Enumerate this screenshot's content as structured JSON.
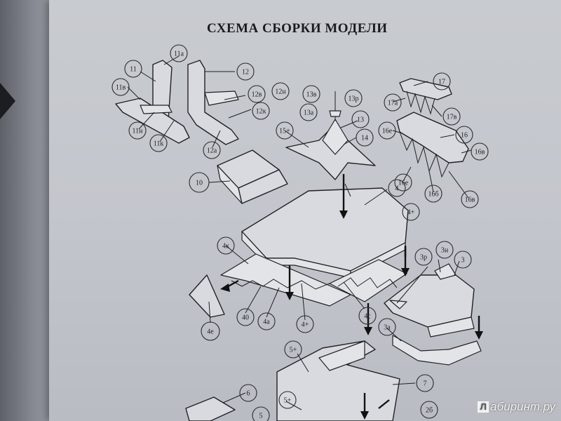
{
  "title": "СХЕМА СБОРКИ МОДЕЛИ",
  "watermark": {
    "logo_letter": "Л",
    "text": "абиринт.ру"
  },
  "labels": [
    {
      "id": "11a",
      "text": "11а"
    },
    {
      "id": "11",
      "text": "11"
    },
    {
      "id": "11v",
      "text": "11в"
    },
    {
      "id": "11n",
      "text": "11н"
    },
    {
      "id": "11k",
      "text": "11к"
    },
    {
      "id": "12",
      "text": "12"
    },
    {
      "id": "12v",
      "text": "12в"
    },
    {
      "id": "12n",
      "text": "12н"
    },
    {
      "id": "12k",
      "text": "12к"
    },
    {
      "id": "12a",
      "text": "12а"
    },
    {
      "id": "13v",
      "text": "13в"
    },
    {
      "id": "13r",
      "text": "13р"
    },
    {
      "id": "13a",
      "text": "13а"
    },
    {
      "id": "13",
      "text": "13"
    },
    {
      "id": "15p",
      "text": "15+"
    },
    {
      "id": "14",
      "text": "14"
    },
    {
      "id": "17",
      "text": "17"
    },
    {
      "id": "17a",
      "text": "17а"
    },
    {
      "id": "17v",
      "text": "17в"
    },
    {
      "id": "16e1",
      "text": "16е"
    },
    {
      "id": "16",
      "text": "16"
    },
    {
      "id": "16v1",
      "text": "16в"
    },
    {
      "id": "16e2",
      "text": "16е"
    },
    {
      "id": "16b",
      "text": "16б"
    },
    {
      "id": "16v2",
      "text": "16в"
    },
    {
      "id": "10",
      "text": "10"
    },
    {
      "id": "4",
      "text": "4"
    },
    {
      "id": "4p1",
      "text": "4+"
    },
    {
      "id": "4k",
      "text": "4к"
    },
    {
      "id": "3r",
      "text": "3р"
    },
    {
      "id": "3n",
      "text": "3н"
    },
    {
      "id": "3",
      "text": "3"
    },
    {
      "id": "4e",
      "text": "4е"
    },
    {
      "id": "40",
      "text": "40"
    },
    {
      "id": "4a",
      "text": "4а"
    },
    {
      "id": "4p2",
      "text": "4+"
    },
    {
      "id": "4c",
      "text": "4с"
    },
    {
      "id": "3a",
      "text": "3а"
    },
    {
      "id": "5p1",
      "text": "5+"
    },
    {
      "id": "7",
      "text": "7"
    },
    {
      "id": "6",
      "text": "6"
    },
    {
      "id": "5p2",
      "text": "5+"
    },
    {
      "id": "5",
      "text": "5"
    },
    {
      "id": "26",
      "text": "2б"
    }
  ]
}
